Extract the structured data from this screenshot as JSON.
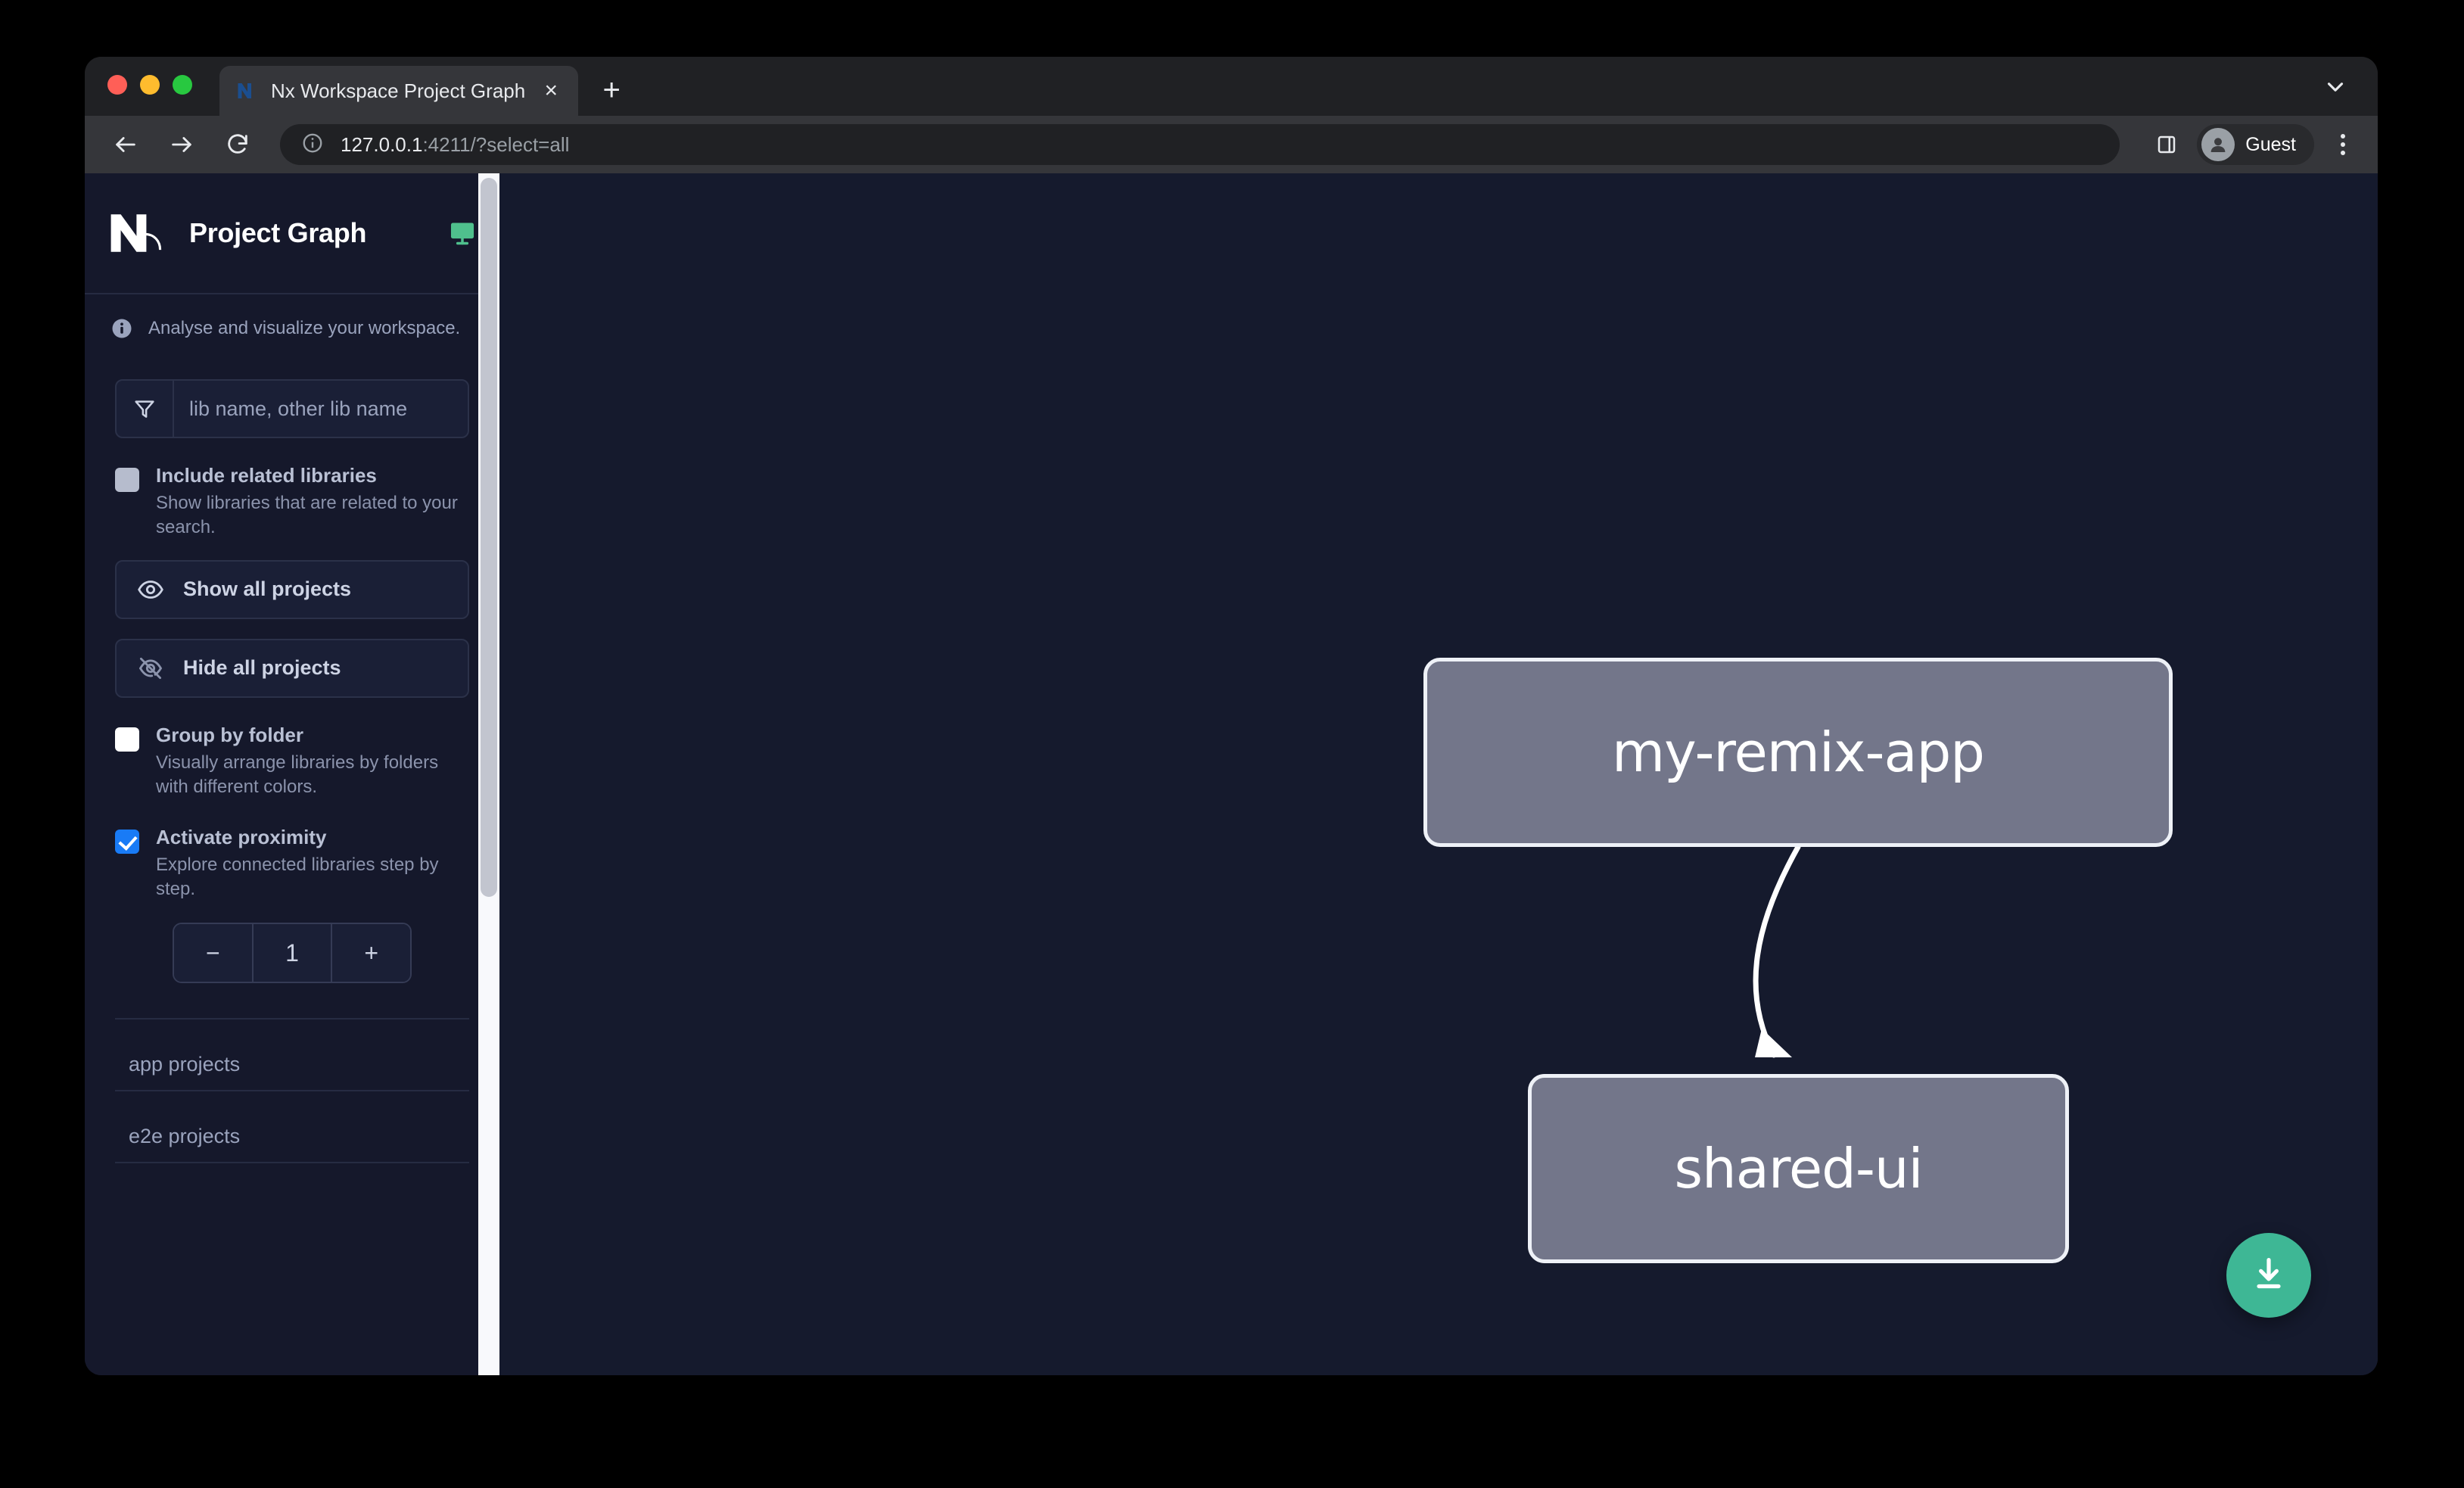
{
  "browser": {
    "tab": {
      "title": "Nx Workspace Project Graph",
      "favicon_name": "nx-favicon",
      "close_label": "×"
    },
    "new_tab_label": "+",
    "toolbar": {
      "back_icon": "back-arrow-icon",
      "forward_icon": "forward-arrow-icon",
      "reload_icon": "reload-icon",
      "site_info_icon": "info-circle-icon",
      "url_host": "127.0.0.1",
      "url_rest": ":4211/?select=all",
      "side_panel_icon": "side-panel-icon",
      "profile_name": "Guest",
      "menu_icon": "kebab-menu-icon"
    },
    "tabstrip_chevron_icon": "chevron-down-icon"
  },
  "sidebar": {
    "logo_name": "nx-logo",
    "title": "Project Graph",
    "monitor_icon": "monitor-icon",
    "monitor_color": "#4fc08d",
    "tagline": "Analyse and visualize your workspace.",
    "filter": {
      "icon": "filter-funnel-icon",
      "placeholder": "lib name, other lib name",
      "value": ""
    },
    "options": [
      {
        "label": "Include related libraries",
        "description": "Show libraries that are related to your search.",
        "checked": false,
        "style": "plain"
      },
      {
        "label": "Group by folder",
        "description": "Visually arrange libraries by folders with different colors.",
        "checked": false,
        "style": "white"
      },
      {
        "label": "Activate proximity",
        "description": "Explore connected libraries step by step.",
        "checked": true,
        "style": "checked"
      }
    ],
    "buttons": [
      {
        "label": "Show all projects",
        "icon": "eye-icon"
      },
      {
        "label": "Hide all projects",
        "icon": "eye-off-icon"
      }
    ],
    "stepper": {
      "decrement_label": "−",
      "value": "1",
      "increment_label": "+"
    },
    "groups": [
      {
        "label": "app projects"
      },
      {
        "label": "e2e projects"
      }
    ],
    "scrollbar": {
      "name": "sidebar-scrollbar"
    }
  },
  "graph": {
    "background_color": "#151a2d",
    "node_fill": "#73768a",
    "node_border": "#eef1f7",
    "nodes": [
      {
        "id": "my-remix-app",
        "label": "my-remix-app"
      },
      {
        "id": "shared-ui",
        "label": "shared-ui"
      }
    ],
    "edges": [
      {
        "from": "my-remix-app",
        "to": "shared-ui"
      }
    ],
    "download_button": {
      "icon": "download-icon",
      "color": "#3eb795"
    }
  }
}
